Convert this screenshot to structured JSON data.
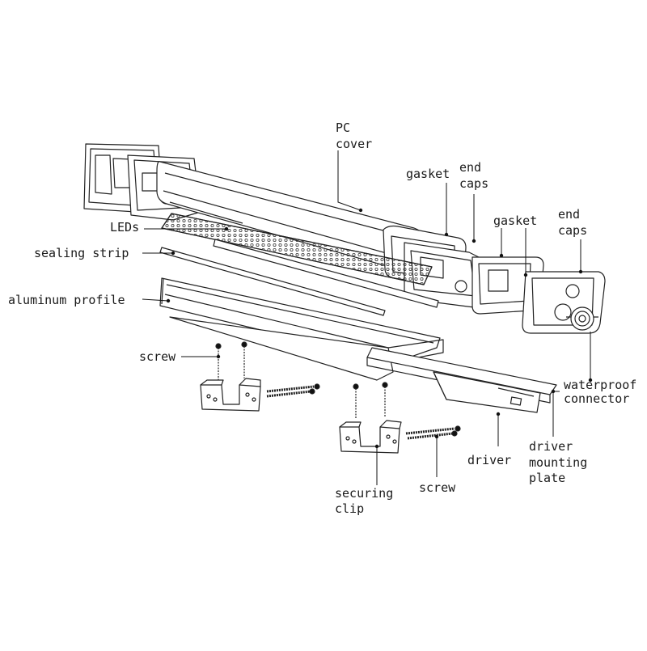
{
  "diagram": {
    "labels": {
      "pc_cover": [
        "PC",
        "cover"
      ],
      "gasket_1": "gasket",
      "end_caps_1": [
        "end",
        "caps"
      ],
      "gasket_2": "gasket",
      "end_caps_2": [
        "end",
        "caps"
      ],
      "leds": "LEDs",
      "sealing_strip": "sealing strip",
      "aluminum_profile": "aluminum profile",
      "screw_1": "screw",
      "waterproof_connector": [
        "waterproof",
        "connector"
      ],
      "driver": "driver",
      "driver_mounting_plate": [
        "driver",
        "mounting",
        "plate"
      ],
      "securing_clip": [
        "securing",
        "clip"
      ],
      "screw_2": "screw"
    }
  }
}
